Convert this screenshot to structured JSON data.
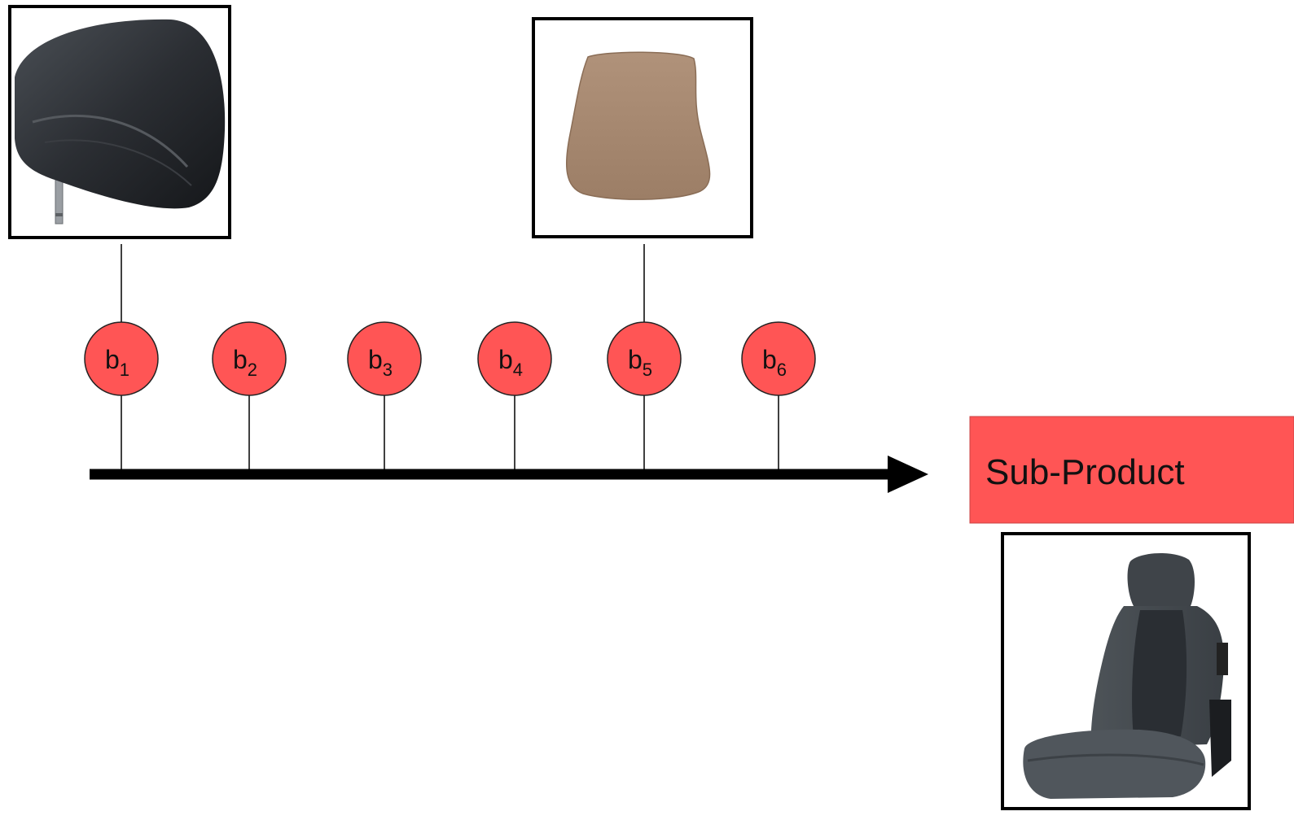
{
  "colors": {
    "node_fill": "#ff5555",
    "node_stroke": "#222222",
    "line": "#000000",
    "frame": "#000000",
    "result_fill": "#ff5555"
  },
  "nodes": [
    {
      "base": "b",
      "sub": "1"
    },
    {
      "base": "b",
      "sub": "2"
    },
    {
      "base": "b",
      "sub": "3"
    },
    {
      "base": "b",
      "sub": "4"
    },
    {
      "base": "b",
      "sub": "5"
    },
    {
      "base": "b",
      "sub": "6"
    }
  ],
  "images": {
    "headrest": "headrest-photo",
    "seat_pad": "seat-pad-photo",
    "car_seat": "car-seat-photo"
  },
  "result": {
    "label": "Sub-Product"
  }
}
